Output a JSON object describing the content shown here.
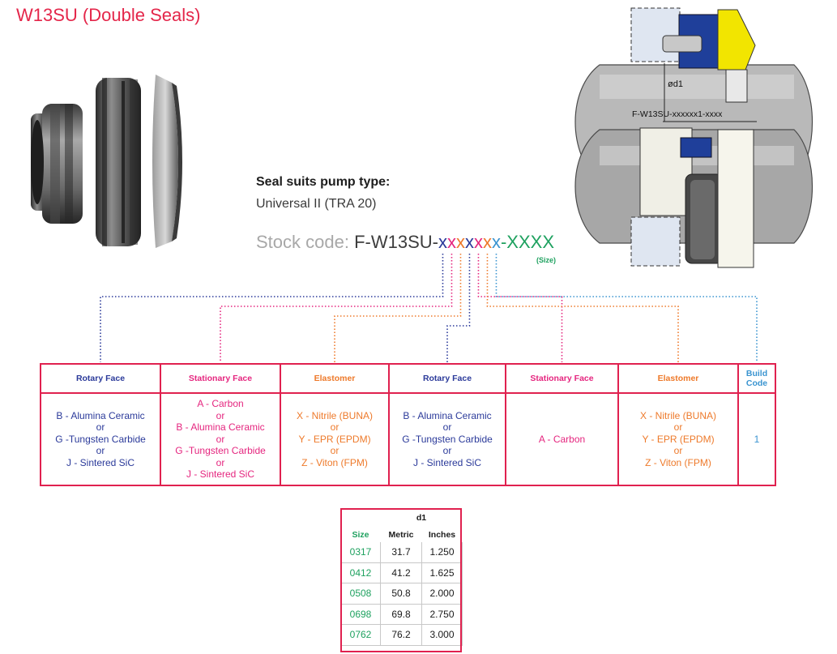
{
  "title": "W13SU (Double Seals)",
  "pump": {
    "label": "Seal suits pump type:",
    "value": "Universal II (TRA 20)"
  },
  "stock": {
    "prefix": "Stock code: ",
    "base": "F-W13SU-",
    "placeholders": [
      {
        "char": "x",
        "color": "#2b3a9a"
      },
      {
        "char": "x",
        "color": "#e5267f"
      },
      {
        "char": "x",
        "color": "#ee7a2b"
      },
      {
        "char": "x",
        "color": "#2b3a9a"
      },
      {
        "char": "x",
        "color": "#e5267f"
      },
      {
        "char": "x",
        "color": "#ee7a2b"
      },
      {
        "char": "x",
        "color": "#3a94d0"
      }
    ],
    "dash": "-",
    "size_code": "XXXX",
    "size_color": "#1ea15f",
    "size_note": "(Size)"
  },
  "diagram": {
    "dimension_label": "ød1",
    "part_label": "F-W13SU-xxxxxx1-xxxx"
  },
  "code_table": {
    "columns": [
      {
        "header": "Rotary Face",
        "color": "#2b3a9a",
        "options": [
          "B - Alumina Ceramic",
          "or",
          "G -Tungsten Carbide",
          "or",
          "J - Sintered SiC"
        ]
      },
      {
        "header": "Stationary Face",
        "color": "#e5267f",
        "options": [
          "A - Carbon",
          "or",
          "B - Alumina Ceramic",
          "or",
          "G -Tungsten Carbide",
          "or",
          "J - Sintered SiC"
        ]
      },
      {
        "header": "Elastomer",
        "color": "#ee7a2b",
        "options": [
          "X - Nitrile (BUNA)",
          "or",
          "Y - EPR (EPDM)",
          "or",
          "Z - Viton (FPM)"
        ]
      },
      {
        "header": "Rotary Face",
        "color": "#2b3a9a",
        "options": [
          "B - Alumina Ceramic",
          "or",
          "G -Tungsten Carbide",
          "or",
          "J - Sintered SiC"
        ]
      },
      {
        "header": "Stationary Face",
        "color": "#e5267f",
        "options": [
          "A - Carbon"
        ]
      },
      {
        "header": "Elastomer",
        "color": "#ee7a2b",
        "options": [
          "X - Nitrile (BUNA)",
          "or",
          "Y - EPR (EPDM)",
          "or",
          "Z - Viton (FPM)"
        ]
      },
      {
        "header": "Build Code",
        "color": "#3a94d0",
        "options": [
          "1"
        ]
      }
    ]
  },
  "size_table": {
    "group_header": "d1",
    "headers": [
      "Size",
      "Metric",
      "Inches"
    ],
    "rows": [
      [
        "0317",
        "31.7",
        "1.250"
      ],
      [
        "0412",
        "41.2",
        "1.625"
      ],
      [
        "0508",
        "50.8",
        "2.000"
      ],
      [
        "0698",
        "69.8",
        "2.750"
      ],
      [
        "0762",
        "76.2",
        "3.000"
      ]
    ]
  }
}
